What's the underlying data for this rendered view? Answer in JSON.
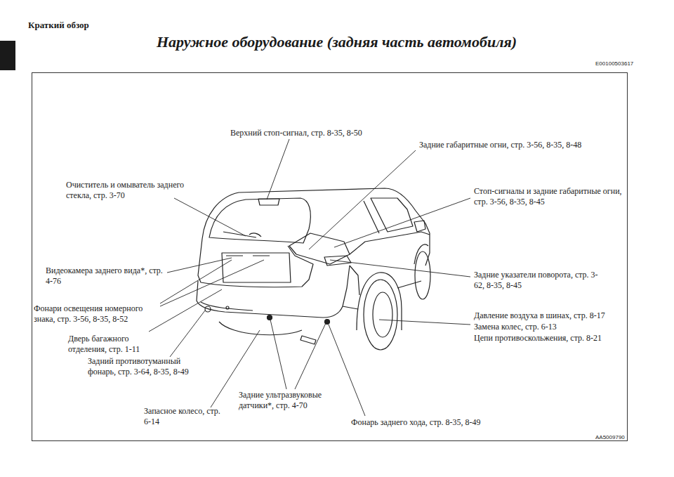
{
  "diagram": {
    "title": "Наружное оборудование (задняя часть автомобиля)",
    "labels": [
      "Краткий обзор",
      "E00100503617",
      "Верхний стоп-сигнал, стр. 8-35, 8-50",
      "Задние габаритные огни, стр. 3-56, 8-35, 8-48",
      "Очиститель и омыватель заднего стекла, стр. 3-70",
      "Стоп-сигналы и задние габаритные огни, стр. 3-56, 8-35, 8-45",
      "Видеокамера заднего вида*, стр. 4-76",
      "Задние указатели поворота, стр. 3-62, 8-35, 8-45",
      "Фонари освещения номерного знака, стр. 3-56, 8-35, 8-52",
      "Давление воздуха в шинах, стр. 8-17",
      "Замена колес, стр. 6-13",
      "Цепи противоскольжения, стр. 8-21",
      "Дверь багажного отделения, стр. 1-11",
      "Задний противотуманный фонарь, стр. 3-64, 8-35, 8-49",
      "Задние ультразвуковые датчики*, стр. 4-70",
      "Запасное колесо, стр. 6-14",
      "Фонарь заднего хода, стр. 8-35, 8-49",
      "AA5009790"
    ]
  }
}
